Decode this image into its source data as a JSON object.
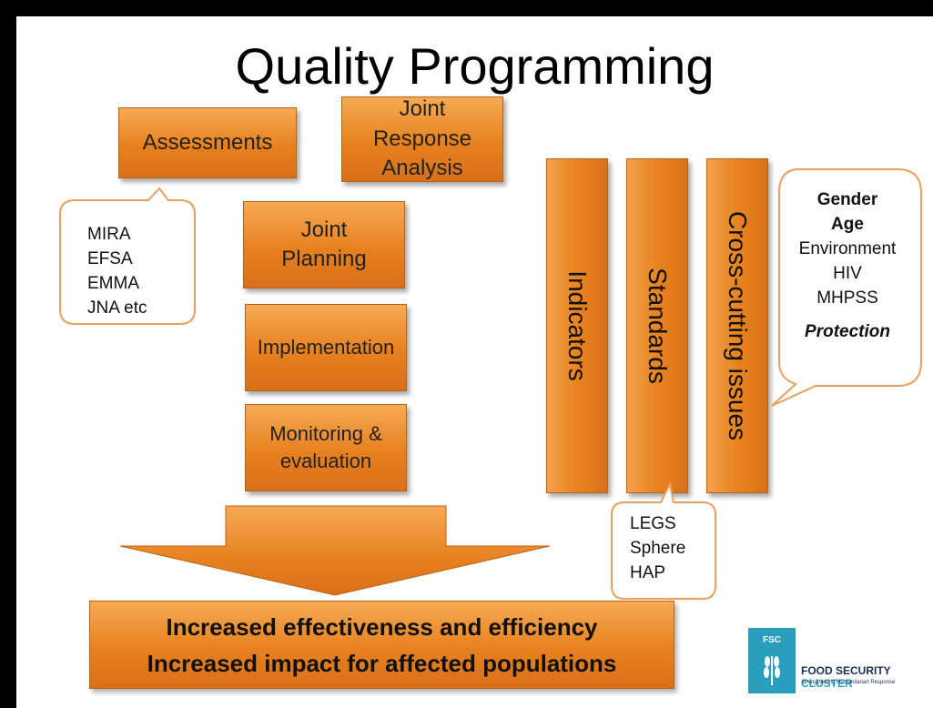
{
  "title": "Quality Programming",
  "boxes": {
    "assessments": "Assessments",
    "joint_response_analysis": [
      "Joint",
      "Response",
      "Analysis"
    ],
    "joint_planning": [
      "Joint",
      "Planning"
    ],
    "implementation": "Implementation",
    "monitoring_evaluation": [
      "Monitoring &",
      "evaluation"
    ]
  },
  "columns": {
    "indicators": "Indicators",
    "standards": "Standards",
    "cross_cutting": "Cross-cutting issues"
  },
  "callouts": {
    "assessment_tools": [
      "MIRA",
      "EFSA",
      "EMMA",
      "JNA etc"
    ],
    "standards_list": [
      "LEGS",
      "Sphere",
      "HAP"
    ],
    "cross_cutting_list": {
      "bold": [
        "Gender",
        "Age"
      ],
      "normal": [
        "Environment",
        "HIV",
        "MHPSS"
      ],
      "bold_italic": "Protection"
    }
  },
  "outcome": [
    "Increased effectiveness and efficiency",
    "Increased impact for affected populations"
  ],
  "logo": {
    "badge": "FSC",
    "name": "FOOD SECURITY",
    "name_accent": "CLUSTER",
    "tagline": "Strengthening Humanitarian Response",
    "accent_color": "#2a9fbd"
  },
  "colors": {
    "box_orange": "#e8841f",
    "callout_border": "#e8a060"
  }
}
